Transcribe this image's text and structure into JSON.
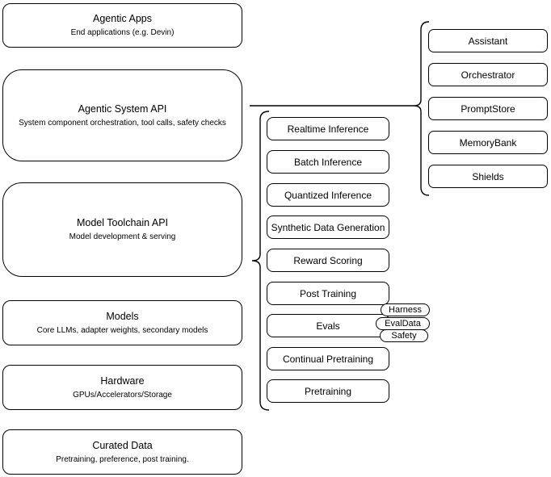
{
  "left_stack": {
    "boxes": [
      {
        "title": "Agentic Apps",
        "subtitle": "End applications (e.g. Devin)"
      },
      {
        "title": "Agentic System API",
        "subtitle": "System component orchestration, tool calls, safety checks"
      },
      {
        "title": "Model Toolchain API",
        "subtitle": "Model development & serving"
      },
      {
        "title": "Models",
        "subtitle": "Core LLMs, adapter weights, secondary models"
      },
      {
        "title": "Hardware",
        "subtitle": "GPUs/Accelerators/Storage"
      },
      {
        "title": "Curated Data",
        "subtitle": "Pretraining, preference, post training."
      }
    ]
  },
  "toolchain_stack": {
    "items": [
      "Realtime Inference",
      "Batch Inference",
      "Quantized Inference",
      "Synthetic Data Generation",
      "Reward Scoring",
      "Post Training",
      "Evals",
      "Continual Pretraining",
      "Pretraining"
    ],
    "eval_badges": [
      "Harness",
      "EvalData",
      "Safety"
    ]
  },
  "system_stack": {
    "items": [
      "Assistant",
      "Orchestrator",
      "PromptStore",
      "MemoryBank",
      "Shields"
    ]
  },
  "colors": {
    "stroke": "#000000",
    "fill": "#ffffff"
  }
}
